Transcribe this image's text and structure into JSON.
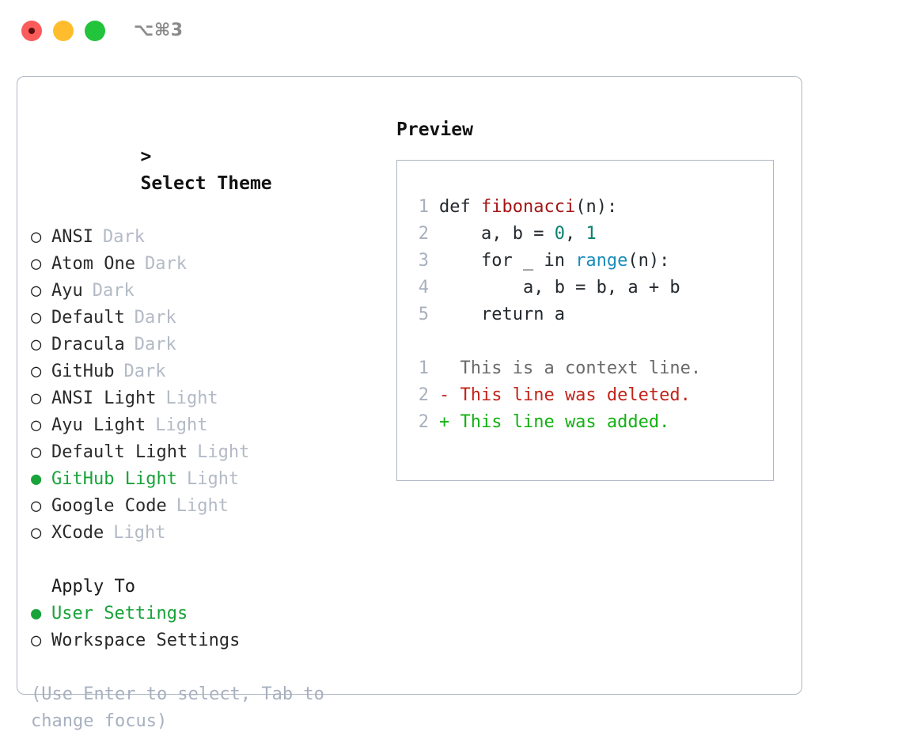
{
  "window": {
    "shortcut_label": "⌥⌘3",
    "traffic_lights": [
      {
        "name": "close",
        "color": "#fb5b5b"
      },
      {
        "name": "minimize",
        "color": "#ffbd2e"
      },
      {
        "name": "zoom",
        "color": "#22c43c"
      }
    ]
  },
  "theme_picker": {
    "header_marker": ">",
    "header": "Select Theme",
    "marker_unselected": "○",
    "marker_selected": "●",
    "accent_color": "#19a33a",
    "items": [
      {
        "name": "ANSI",
        "variant": "Dark",
        "selected": false
      },
      {
        "name": "Atom One",
        "variant": "Dark",
        "selected": false
      },
      {
        "name": "Ayu",
        "variant": "Dark",
        "selected": false
      },
      {
        "name": "Default",
        "variant": "Dark",
        "selected": false
      },
      {
        "name": "Dracula",
        "variant": "Dark",
        "selected": false
      },
      {
        "name": "GitHub",
        "variant": "Dark",
        "selected": false
      },
      {
        "name": "ANSI Light",
        "variant": "Light",
        "selected": false
      },
      {
        "name": "Ayu Light",
        "variant": "Light",
        "selected": false
      },
      {
        "name": "Default Light",
        "variant": "Light",
        "selected": false
      },
      {
        "name": "GitHub Light",
        "variant": "Light",
        "selected": true
      },
      {
        "name": "Google Code",
        "variant": "Light",
        "selected": false
      },
      {
        "name": "XCode",
        "variant": "Light",
        "selected": false
      }
    ]
  },
  "apply_to": {
    "header": "Apply To",
    "items": [
      {
        "label": "User Settings",
        "selected": true
      },
      {
        "label": "Workspace Settings",
        "selected": false
      }
    ]
  },
  "hint": "(Use Enter to select, Tab to change focus)",
  "preview": {
    "header": "Preview",
    "code_lines": [
      {
        "lineno": "1",
        "tokens": [
          {
            "text": "def ",
            "kind": "plain"
          },
          {
            "text": "fibonacci",
            "kind": "fn"
          },
          {
            "text": "(n):",
            "kind": "plain"
          }
        ]
      },
      {
        "lineno": "2",
        "tokens": [
          {
            "text": "    a, b = ",
            "kind": "plain"
          },
          {
            "text": "0",
            "kind": "num"
          },
          {
            "text": ", ",
            "kind": "plain"
          },
          {
            "text": "1",
            "kind": "num"
          }
        ]
      },
      {
        "lineno": "3",
        "tokens": [
          {
            "text": "    for _ in ",
            "kind": "plain"
          },
          {
            "text": "range",
            "kind": "builtin"
          },
          {
            "text": "(n):",
            "kind": "plain"
          }
        ]
      },
      {
        "lineno": "4",
        "tokens": [
          {
            "text": "        a, b = b, a + b",
            "kind": "plain"
          }
        ]
      },
      {
        "lineno": "5",
        "tokens": [
          {
            "text": "    return a",
            "kind": "plain"
          }
        ]
      }
    ],
    "diff_lines": [
      {
        "lineno": "1",
        "prefix": "  ",
        "text": "This is a context line.",
        "kind": "ctx"
      },
      {
        "lineno": "2",
        "prefix": "- ",
        "text": "This line was deleted.",
        "kind": "del"
      },
      {
        "lineno": "2",
        "prefix": "+ ",
        "text": "This line was added.",
        "kind": "add"
      }
    ]
  }
}
